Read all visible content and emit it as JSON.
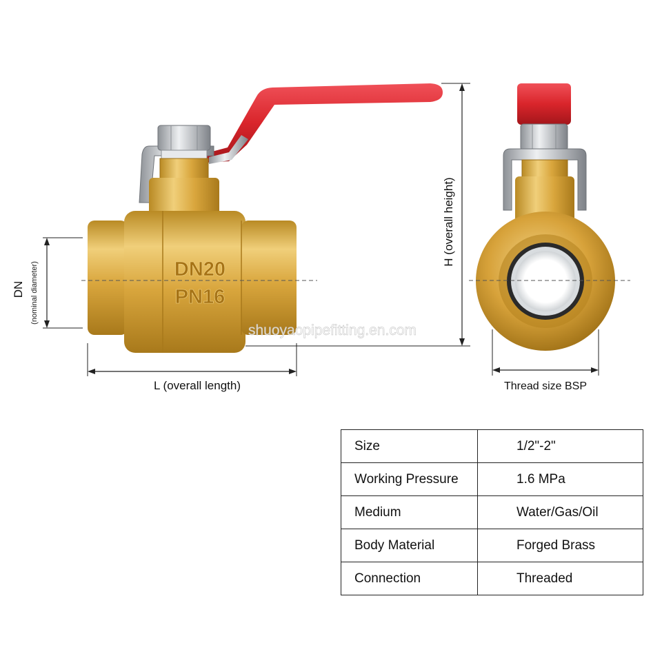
{
  "front_view": {
    "body_marking_line1": "DN20",
    "body_marking_line2": "PN16",
    "dim_dn_label": "DN",
    "dim_dn_sub_label": "(nominal diameter)",
    "dim_length_label": "L (overall length)",
    "dim_height_label": "H (overall height)"
  },
  "side_view": {
    "dim_thread_label": "Thread size BSP"
  },
  "watermark": "shuoyaopipefitting.en.com",
  "colors": {
    "handle_red": "#d9252b",
    "brass": "#d8a43a",
    "brass_dark": "#b5831f",
    "steel": "#c9ccd0",
    "dimension_line": "#222222"
  },
  "spec_table": {
    "rows": [
      {
        "key": "Size",
        "value": "1/2\"-2\""
      },
      {
        "key": "Working Pressure",
        "value": "1.6 MPa"
      },
      {
        "key": "Medium",
        "value": "Water/Gas/Oil"
      },
      {
        "key": "Body Material",
        "value": "Forged Brass"
      },
      {
        "key": "Connection",
        "value": "Threaded"
      }
    ]
  }
}
